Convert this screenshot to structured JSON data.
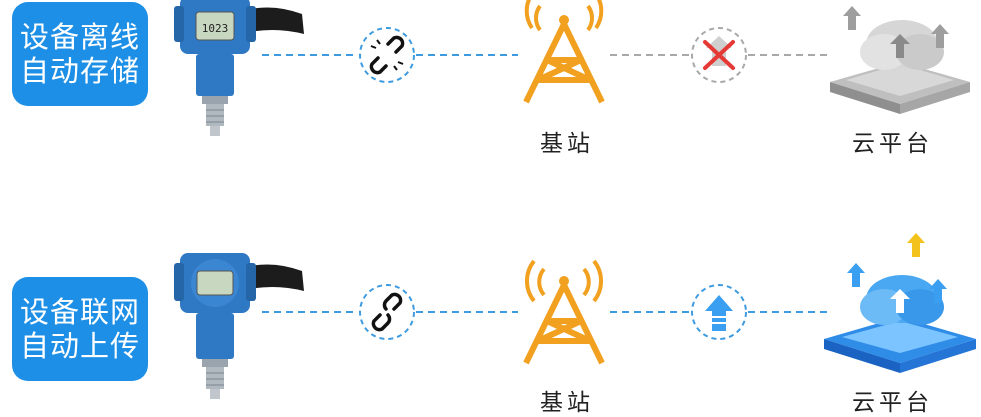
{
  "offline_row": {
    "badge_line1": "设备离线",
    "badge_line2": "自动存储",
    "tower_label": "基站",
    "cloud_label": "云平台",
    "link_icon": "broken-link-icon",
    "status_icon": "red-x-icon"
  },
  "online_row": {
    "badge_line1": "设备联网",
    "badge_line2": "自动上传",
    "tower_label": "基站",
    "cloud_label": "云平台",
    "link_icon": "link-icon",
    "status_icon": "upload-arrow-icon"
  },
  "device_display": "1023",
  "colors": {
    "badge_blue": "#1e8fe6",
    "device_blue": "#2f78c4",
    "tower_orange": "#f1a020",
    "dash_blue": "#3e9be0",
    "dash_gray": "#a8a8a8",
    "error_red": "#e53935",
    "cloud_blue": "#3a9ff0"
  }
}
